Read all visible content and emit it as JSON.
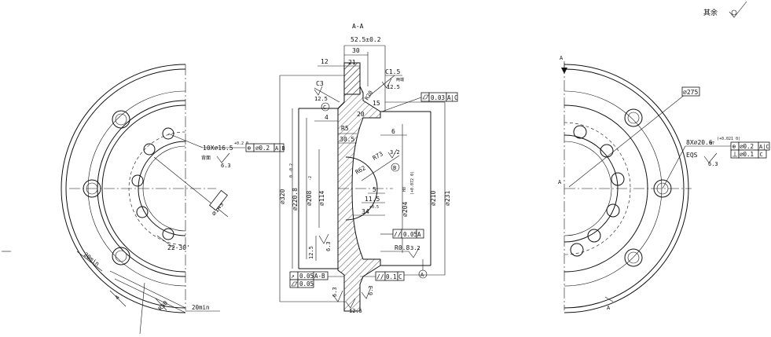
{
  "drawing": {
    "section_title": "A-A",
    "other_surfaces_note": "其余",
    "left_view": {
      "hole_callout": "10X⌀16.5",
      "hole_tol": "+0.2 0",
      "hole_note": "背面",
      "hole_roughness": "6.3",
      "hole_position_tol": "⌀0.2",
      "hole_datums": "A|B",
      "pcd": "⌀149",
      "angle": "22·30'",
      "width_20": "20min",
      "width_20b": "20min",
      "radius": "R30",
      "depth": "4"
    },
    "section_view": {
      "dim_52_5": "52.5±0.2",
      "dim_30": "30",
      "dim_21": "21",
      "dim_12": "12",
      "chamfer_c1_5": "C1.5",
      "chamfer_note": "两端",
      "rough_12_5_a": "12.5",
      "chamfer_c3": "C3",
      "rough_12_5_b": "12.5",
      "datum_c": "C",
      "r20": "R20",
      "dim_15": "15",
      "dim_20": "20",
      "flatness_tol": "0.03",
      "flatness_datums": "A|C",
      "dim_4": "4",
      "r5": "R5",
      "dim_30_5": "30.5",
      "dim_6": "6",
      "r73": "R73",
      "r62": "R62",
      "rough_3_2_a": "3.2",
      "datum_b": "B",
      "dim_5": "5",
      "dim_11_5": "11.5",
      "dim_34": "34",
      "dim_34_tol": "+0.5",
      "d320": "⌀320",
      "d220_8": "⌀220.8",
      "d220_8_tol": "0 -0.2",
      "d208": "⌀208",
      "d208_tol": "-2",
      "d114": "⌀114",
      "d204": "⌀204",
      "d204_fit": "H8",
      "d204_tol": "(+0.072 0)",
      "d210": "⌀210",
      "d231": "⌀231",
      "parallel_tol": "0.05",
      "parallel_datum": "A",
      "rough_6_3_a": "6.3",
      "rough_12_5_c": "12.5",
      "r0_8": "R0.8",
      "rough_3_2_b": "3.2",
      "datum_a": "A",
      "runout_tol": "0.05",
      "runout_datums": "A-B",
      "flatness2_tol": "0.05",
      "parallel2_tol": "0.1",
      "parallel2_datum": "C",
      "rough_6_3_b": "6.3",
      "rough_6_3_c": "6.3",
      "rough_12_5_d": "12.5"
    },
    "right_view": {
      "d275": "⌀275",
      "hole_callout": "8X⌀20.6",
      "hole_fit": "H7",
      "hole_tol": "(+0.021 0)",
      "eqs": "EQS",
      "hole_roughness": "6.3",
      "position_tol": "⌀0.2",
      "position_datums": "A|C",
      "perp_tol": "⌀0.1",
      "perp_datum": "C",
      "section_mark": "A"
    }
  }
}
